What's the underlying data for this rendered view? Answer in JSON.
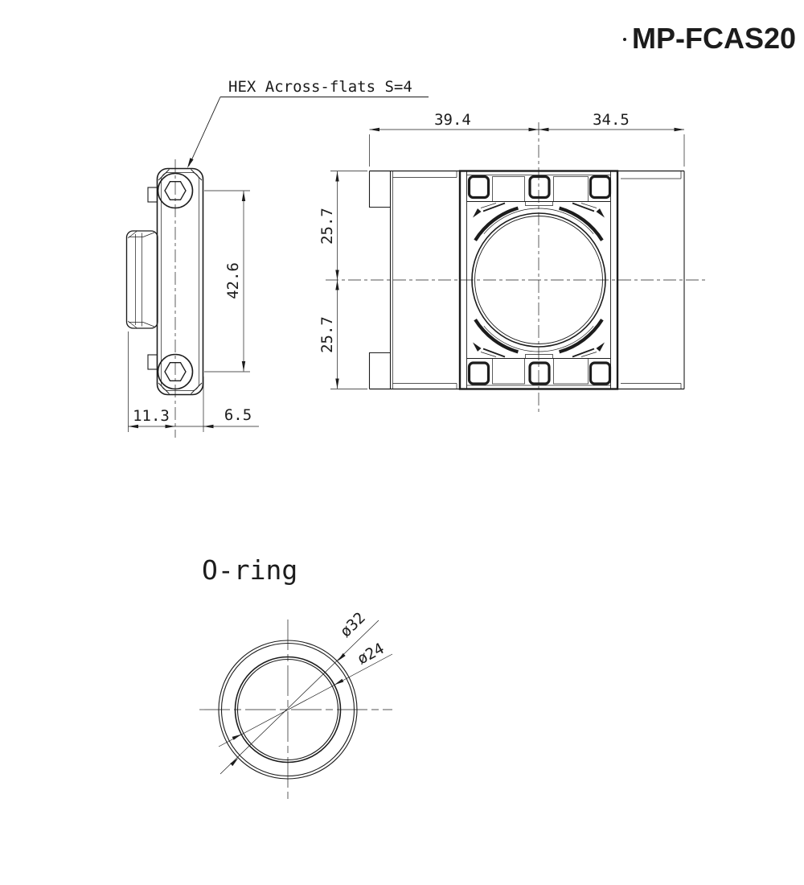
{
  "title": "MP-FCAS20",
  "title_prefix_dot": ".",
  "ink_color": "#1c1c1c",
  "callouts": {
    "hex_label": "HEX Across-flats S=4"
  },
  "side_view": {
    "dim_bolt_pitch": "42.6",
    "dim_left_of_center": "11.3",
    "dim_right_of_center": "6.5"
  },
  "front_view": {
    "dim_width_left": "39.4",
    "dim_width_right": "34.5",
    "dim_upper_half": "25.7",
    "dim_lower_half": "25.7"
  },
  "oring": {
    "label": "O-ring",
    "dim_outer_diameter": "ø32",
    "dim_inner_diameter": "ø24"
  }
}
